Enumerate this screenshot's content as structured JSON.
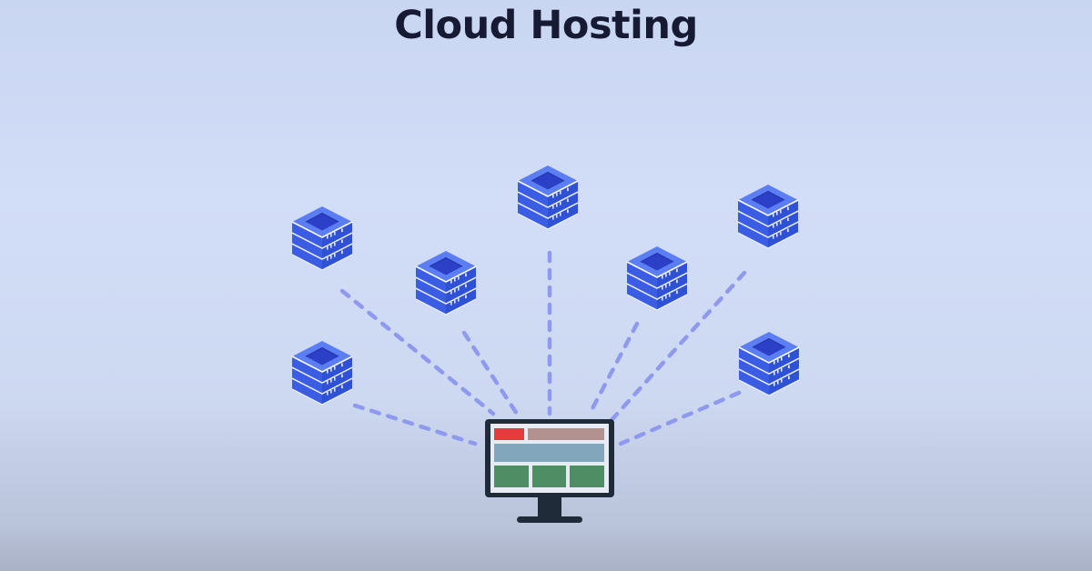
{
  "title": "Cloud Hosting",
  "colors": {
    "server_top": "#5a7cf2",
    "server_side": "#3e63e6",
    "server_inner": "#2c3fc7",
    "connector": "#8f9aee",
    "monitor_frame": "#1f2b38",
    "monitor_red": "#e53b3f",
    "monitor_brown": "#b3918f",
    "monitor_band": "#82a7bd",
    "monitor_green": "#4f8d65"
  },
  "icons": {
    "server": "server-stack-icon",
    "client": "monitor-icon"
  },
  "diagram": {
    "server_count": 7,
    "client": "monitor"
  }
}
